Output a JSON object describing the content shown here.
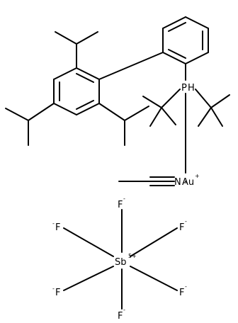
{
  "structure": {
    "atoms": {
      "phosphorus": "P",
      "hydrogen": "H",
      "nitrogen": "N",
      "gold": "Au",
      "gold_charge": "+",
      "antimony": "Sb",
      "antimony_charge": "5+",
      "fluorine": "F",
      "fluoride_charge": "-"
    }
  }
}
